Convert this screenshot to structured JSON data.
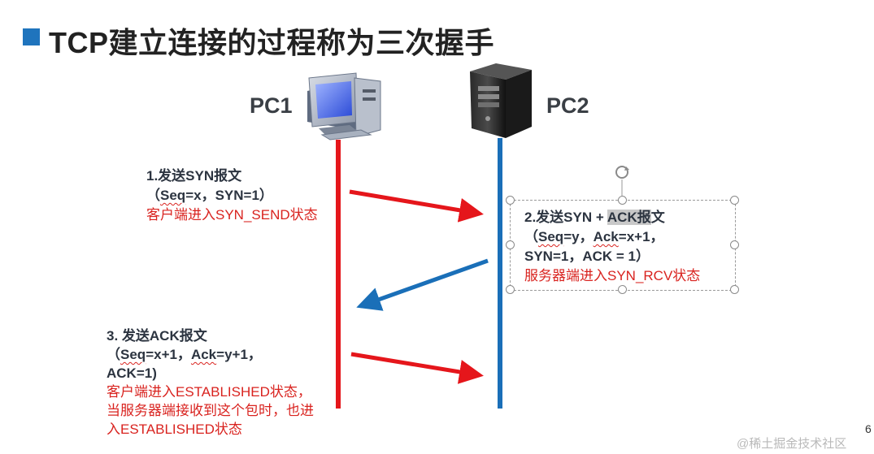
{
  "title": "TCP建立连接的过程称为三次握手",
  "hosts": {
    "pc1": "PC1",
    "pc2": "PC2"
  },
  "messages": {
    "step1": {
      "line1": "1.发送SYN报文",
      "line2_pre": "（",
      "line2_seq": "Seq",
      "line2_post": "=x，SYN=1）",
      "state": "客户端进入SYN_SEND状态"
    },
    "step2": {
      "line1_pre": "2.发送SYN + ",
      "line1_hl": "ACK报",
      "line1_post": "文",
      "line2_pre": "（",
      "line2_seq": "Seq",
      "line2_mid": "=y，",
      "line2_ack": "Ack",
      "line2_post": "=x+1，",
      "line3": "SYN=1，ACK = 1）",
      "state": "服务器端进入SYN_RCV状态"
    },
    "step3": {
      "line1": "3. 发送ACK报文",
      "line2_pre": "（",
      "line2_seq": "Seq",
      "line2_mid": "=x+1，",
      "line2_ack": "Ack",
      "line2_post": "=y+1，",
      "line3": "ACK=1)",
      "state1": "客户端进入ESTABLISHED状态，",
      "state2": "当服务器端接收到这个包时，也进",
      "state3": "入ESTABLISHED状态"
    }
  },
  "page_number": "6",
  "watermark": "@稀土掘金技术社区",
  "icons": [
    "pc-desktop-icon",
    "server-tower-icon",
    "rotate-handle-icon"
  ],
  "colors": {
    "pc1_line": "#e5161b",
    "pc2_line": "#1a6fb8",
    "state_text": "#d9231f",
    "title_square": "#1f74bd"
  }
}
